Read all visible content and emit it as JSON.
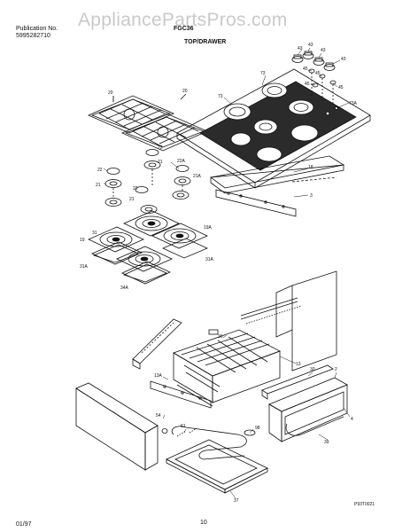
{
  "header": {
    "publication_label": "Publication No.",
    "publication_number": "5995282710",
    "model": "FGC36",
    "section_title": "TOP/DRAWER"
  },
  "watermark": "AppliancePartsPros.com",
  "footer": {
    "date": "01/97",
    "page": "10",
    "figure_code": "P93T0021"
  },
  "colors": {
    "line": "#111111",
    "cooktop_fill": "#2b2b2b",
    "watermark": "#c9c9c9"
  },
  "callouts": [
    {
      "id": "c20a",
      "text": "20"
    },
    {
      "id": "c20b",
      "text": "20"
    },
    {
      "id": "c73a",
      "text": "73"
    },
    {
      "id": "c73b",
      "text": "73"
    },
    {
      "id": "c73A",
      "text": "73A"
    },
    {
      "id": "c43a",
      "text": "43"
    },
    {
      "id": "c43b",
      "text": "43"
    },
    {
      "id": "c43c",
      "text": "43"
    },
    {
      "id": "c43d",
      "text": "43"
    },
    {
      "id": "c45a",
      "text": "45"
    },
    {
      "id": "c45b",
      "text": "45"
    },
    {
      "id": "c45c",
      "text": "45"
    },
    {
      "id": "c45d",
      "text": "45"
    },
    {
      "id": "c22a",
      "text": "22"
    },
    {
      "id": "c22b",
      "text": "22"
    },
    {
      "id": "c22c",
      "text": "22"
    },
    {
      "id": "c22A",
      "text": "22A"
    },
    {
      "id": "c21a",
      "text": "21"
    },
    {
      "id": "c21b",
      "text": "21"
    },
    {
      "id": "c21c",
      "text": "21"
    },
    {
      "id": "c21A",
      "text": "21A"
    },
    {
      "id": "c19a",
      "text": "19"
    },
    {
      "id": "c19A",
      "text": "19A"
    },
    {
      "id": "c31a",
      "text": "31"
    },
    {
      "id": "c31Aa",
      "text": "31A"
    },
    {
      "id": "c31Ab",
      "text": "31A"
    },
    {
      "id": "c34A",
      "text": "34A"
    },
    {
      "id": "c18",
      "text": "18"
    },
    {
      "id": "c3",
      "text": "3"
    },
    {
      "id": "c36",
      "text": "36"
    },
    {
      "id": "c13",
      "text": "13"
    },
    {
      "id": "c13A",
      "text": "13A"
    },
    {
      "id": "c2",
      "text": "2"
    },
    {
      "id": "c30",
      "text": "30"
    },
    {
      "id": "c4",
      "text": "4"
    },
    {
      "id": "c39",
      "text": "39"
    },
    {
      "id": "c54",
      "text": "54"
    },
    {
      "id": "c61",
      "text": "61"
    },
    {
      "id": "c98",
      "text": "98"
    },
    {
      "id": "c37",
      "text": "37"
    }
  ]
}
